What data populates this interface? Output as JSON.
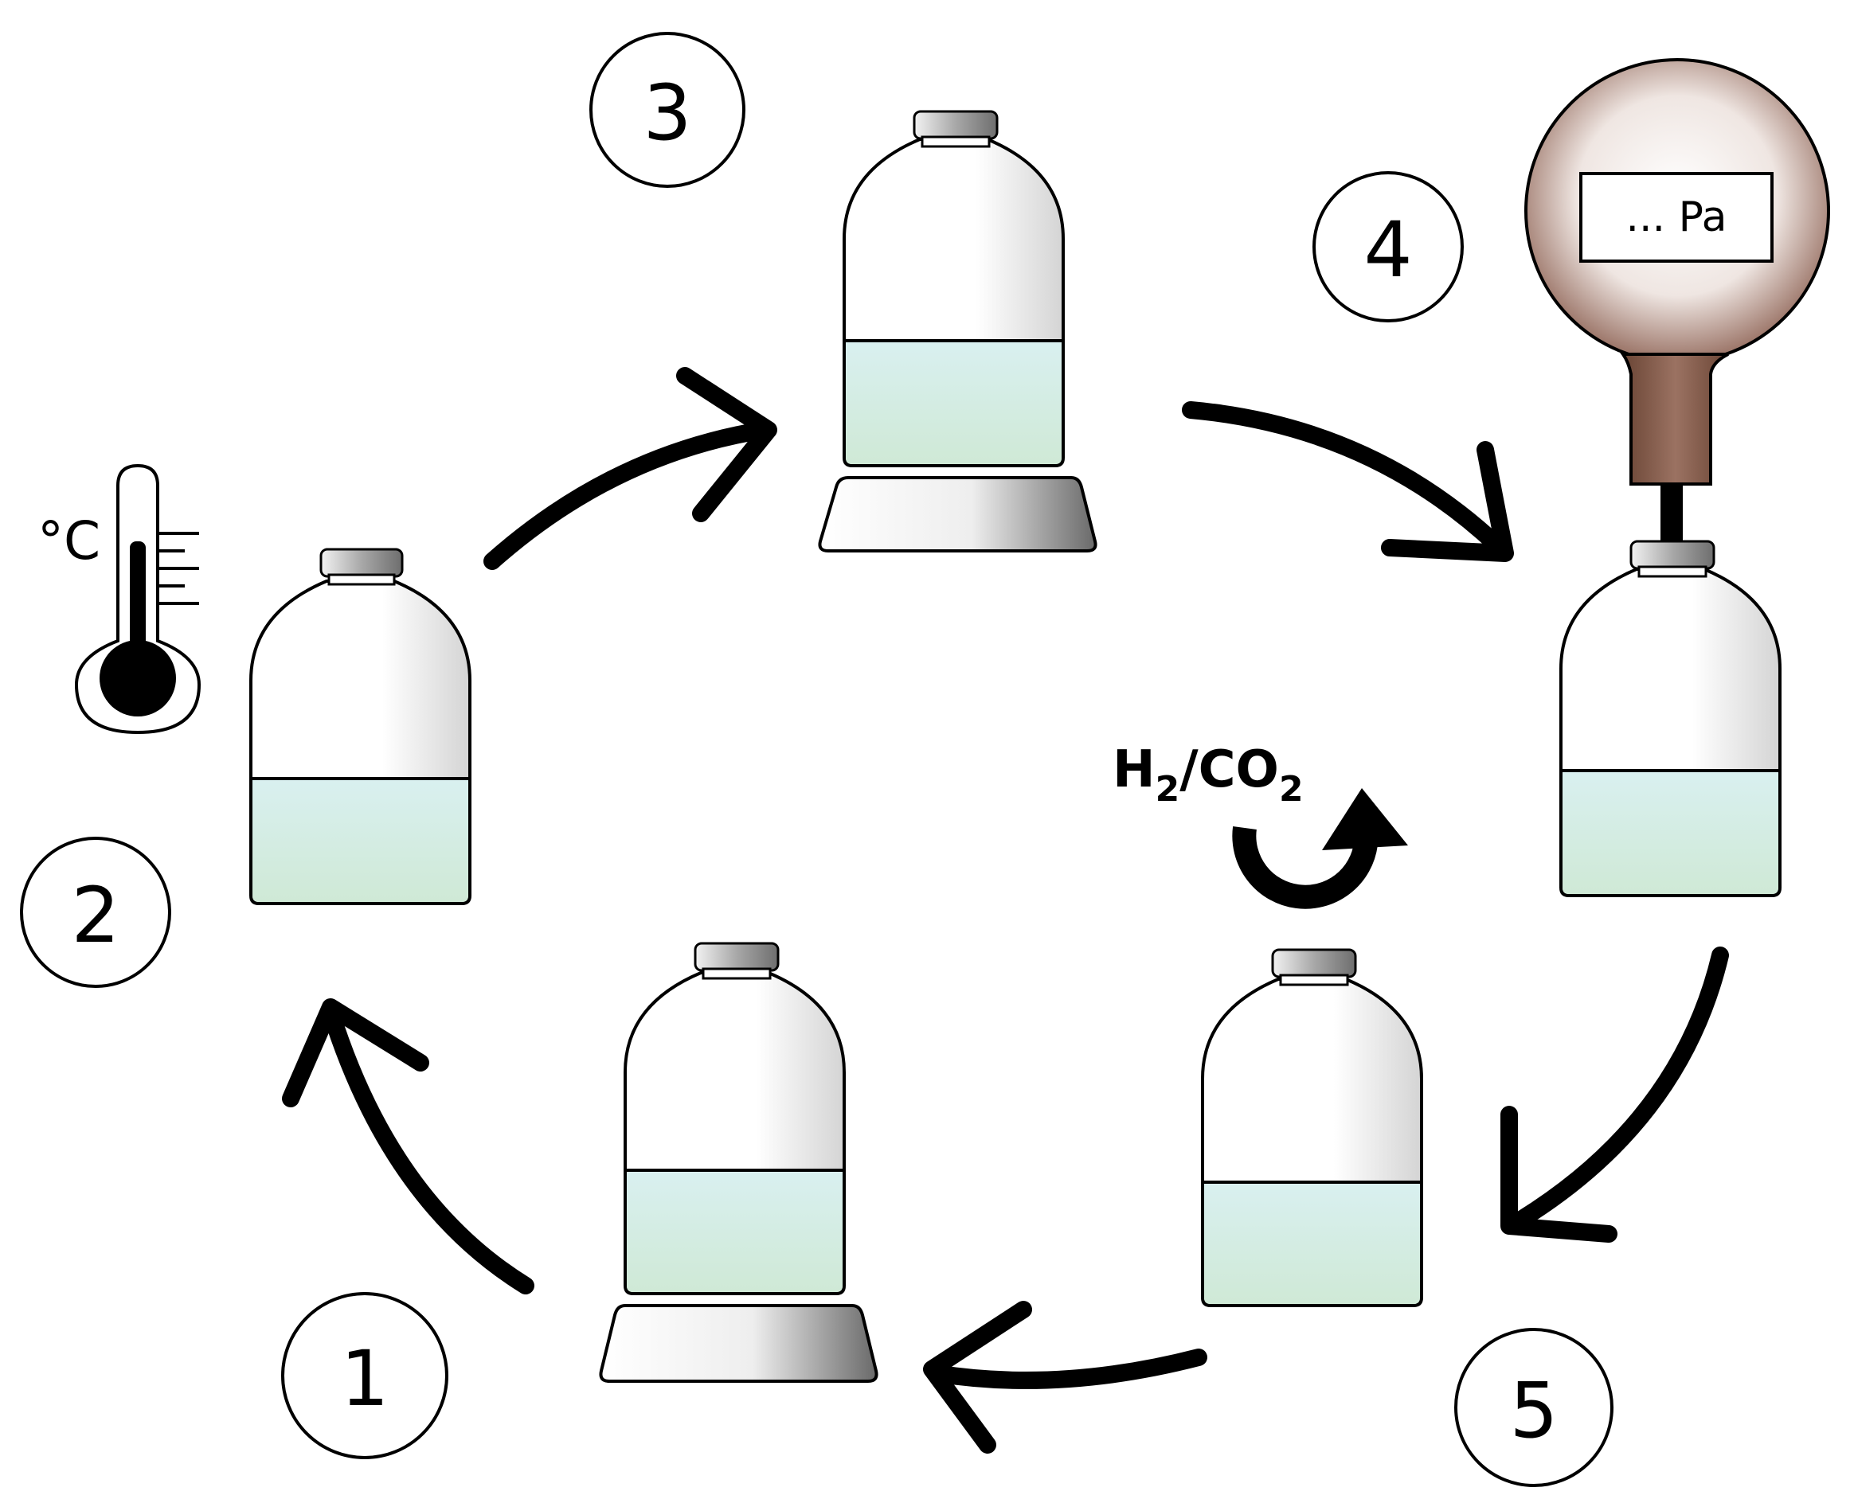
{
  "steps": [
    {
      "id": "1",
      "label": "1"
    },
    {
      "id": "2",
      "label": "2"
    },
    {
      "id": "3",
      "label": "3"
    },
    {
      "id": "4",
      "label": "4"
    },
    {
      "id": "5",
      "label": "5"
    }
  ],
  "thermometer": {
    "unit": "°C"
  },
  "gauge": {
    "readout": "... Pa"
  },
  "gas": {
    "h": "H",
    "sub1": "2",
    "slash_co": "/CO",
    "sub2": "2"
  },
  "colors": {
    "liquid_top": "#d8efef",
    "liquid_bottom": "#cfe8d8",
    "gauge_brown": "#7a5545",
    "gauge_face": "#d9c8c0",
    "stand_dark": "#7a7a7a",
    "cap_gray": "#9a9a9a"
  }
}
